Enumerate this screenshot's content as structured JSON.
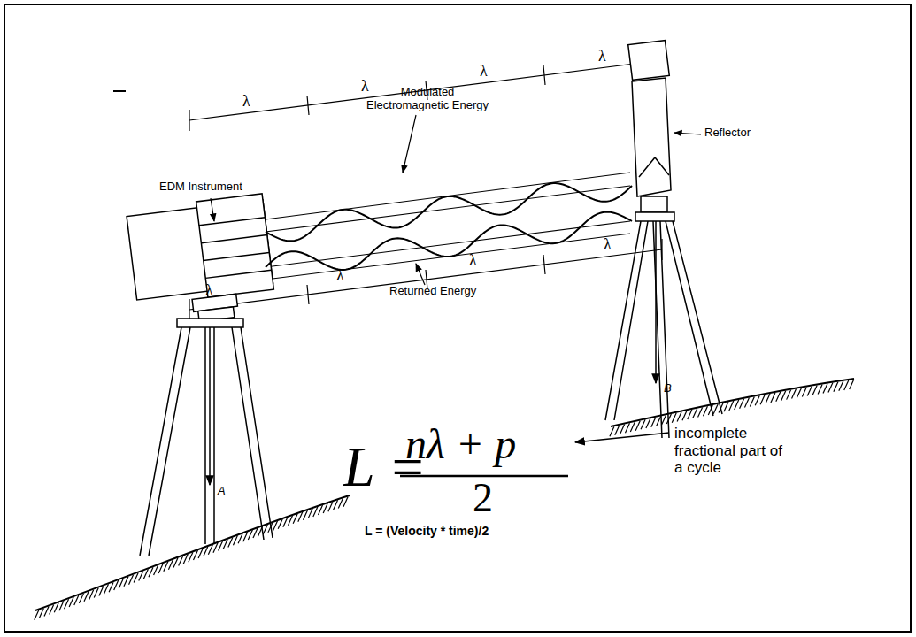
{
  "diagram": {
    "labels": [
      "Modulated Electromagnetic Energy",
      "EDM Instrument",
      "Reflector",
      "λ",
      "λ",
      "λ",
      "λ",
      "Returned Energy",
      "λ",
      "λ",
      "λ",
      "λ",
      "A",
      "B",
      "L =",
      "nλ + p",
      "2",
      "incomplete fractional part of a cycle",
      "L = (Velocity * time)/2"
    ]
  }
}
